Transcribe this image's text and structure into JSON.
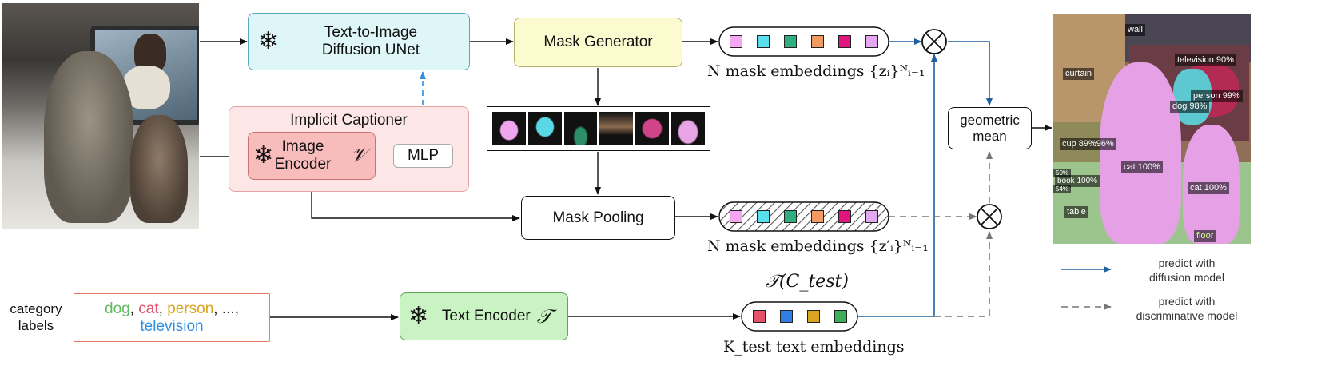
{
  "blocks": {
    "diffusion_unet": "Text-to-Image\nDiffusion UNet",
    "mask_generator": "Mask Generator",
    "implicit_captioner": "Implicit Captioner",
    "image_encoder": "Image\nEncoder",
    "image_encoder_symbol": "𝒱",
    "mlp": "MLP",
    "mask_pooling": "Mask Pooling",
    "text_encoder": "Text Encoder",
    "text_encoder_symbol": "𝒯",
    "geometric_mean": "geometric\nmean"
  },
  "embeddings": {
    "mask_embeddings_top": "N mask embeddings {zᵢ}ᴺᵢ₌₁",
    "mask_embeddings_bottom": "N mask embeddings {z′ᵢ}ᴺᵢ₌₁",
    "text_embeddings": "K_test text embeddings",
    "text_embeddings_title": "𝒯(C_test)",
    "mask_colors": [
      "#f4a6f2",
      "#59e0ee",
      "#2fae7f",
      "#f29a62",
      "#e0157f",
      "#e3a8f0"
    ],
    "text_colors": [
      "#e5506a",
      "#2f7fe6",
      "#d9a520",
      "#3fae5a"
    ]
  },
  "category": {
    "label": "category\nlabels",
    "words": [
      {
        "text": "dog",
        "color": "#5fba5f"
      },
      {
        "text": "cat",
        "color": "#e5506a"
      },
      {
        "text": "person",
        "color": "#d9a520"
      },
      {
        "text": "...",
        "color": "#222222"
      },
      {
        "text": "television",
        "color": "#2f8fe0"
      }
    ]
  },
  "segmentation_tags": {
    "wall": "wall",
    "curtain": "curtain",
    "television": "television 90%",
    "person": "person 99%",
    "dog": "dog 98%",
    "cup": "cup 89%96%",
    "cat1": "cat 100%",
    "cat2": "cat 100%",
    "pct50": "50%",
    "book": "book 100%",
    "pct54": "54%",
    "table": "table",
    "floor": "floor"
  },
  "legend": {
    "diffusion": "predict with\ndiffusion model",
    "discriminative": "predict with\ndiscriminative model"
  },
  "colors": {
    "blue_arrow": "#1f5f9e",
    "dash_arrow": "#777777",
    "unet_fill": "#dff6f8",
    "maskgen_fill": "#fbfbcf",
    "captioner_fill": "#fde6e6",
    "encoder_fill": "#f9bcbc",
    "textenc_fill": "#c9f3c2"
  }
}
